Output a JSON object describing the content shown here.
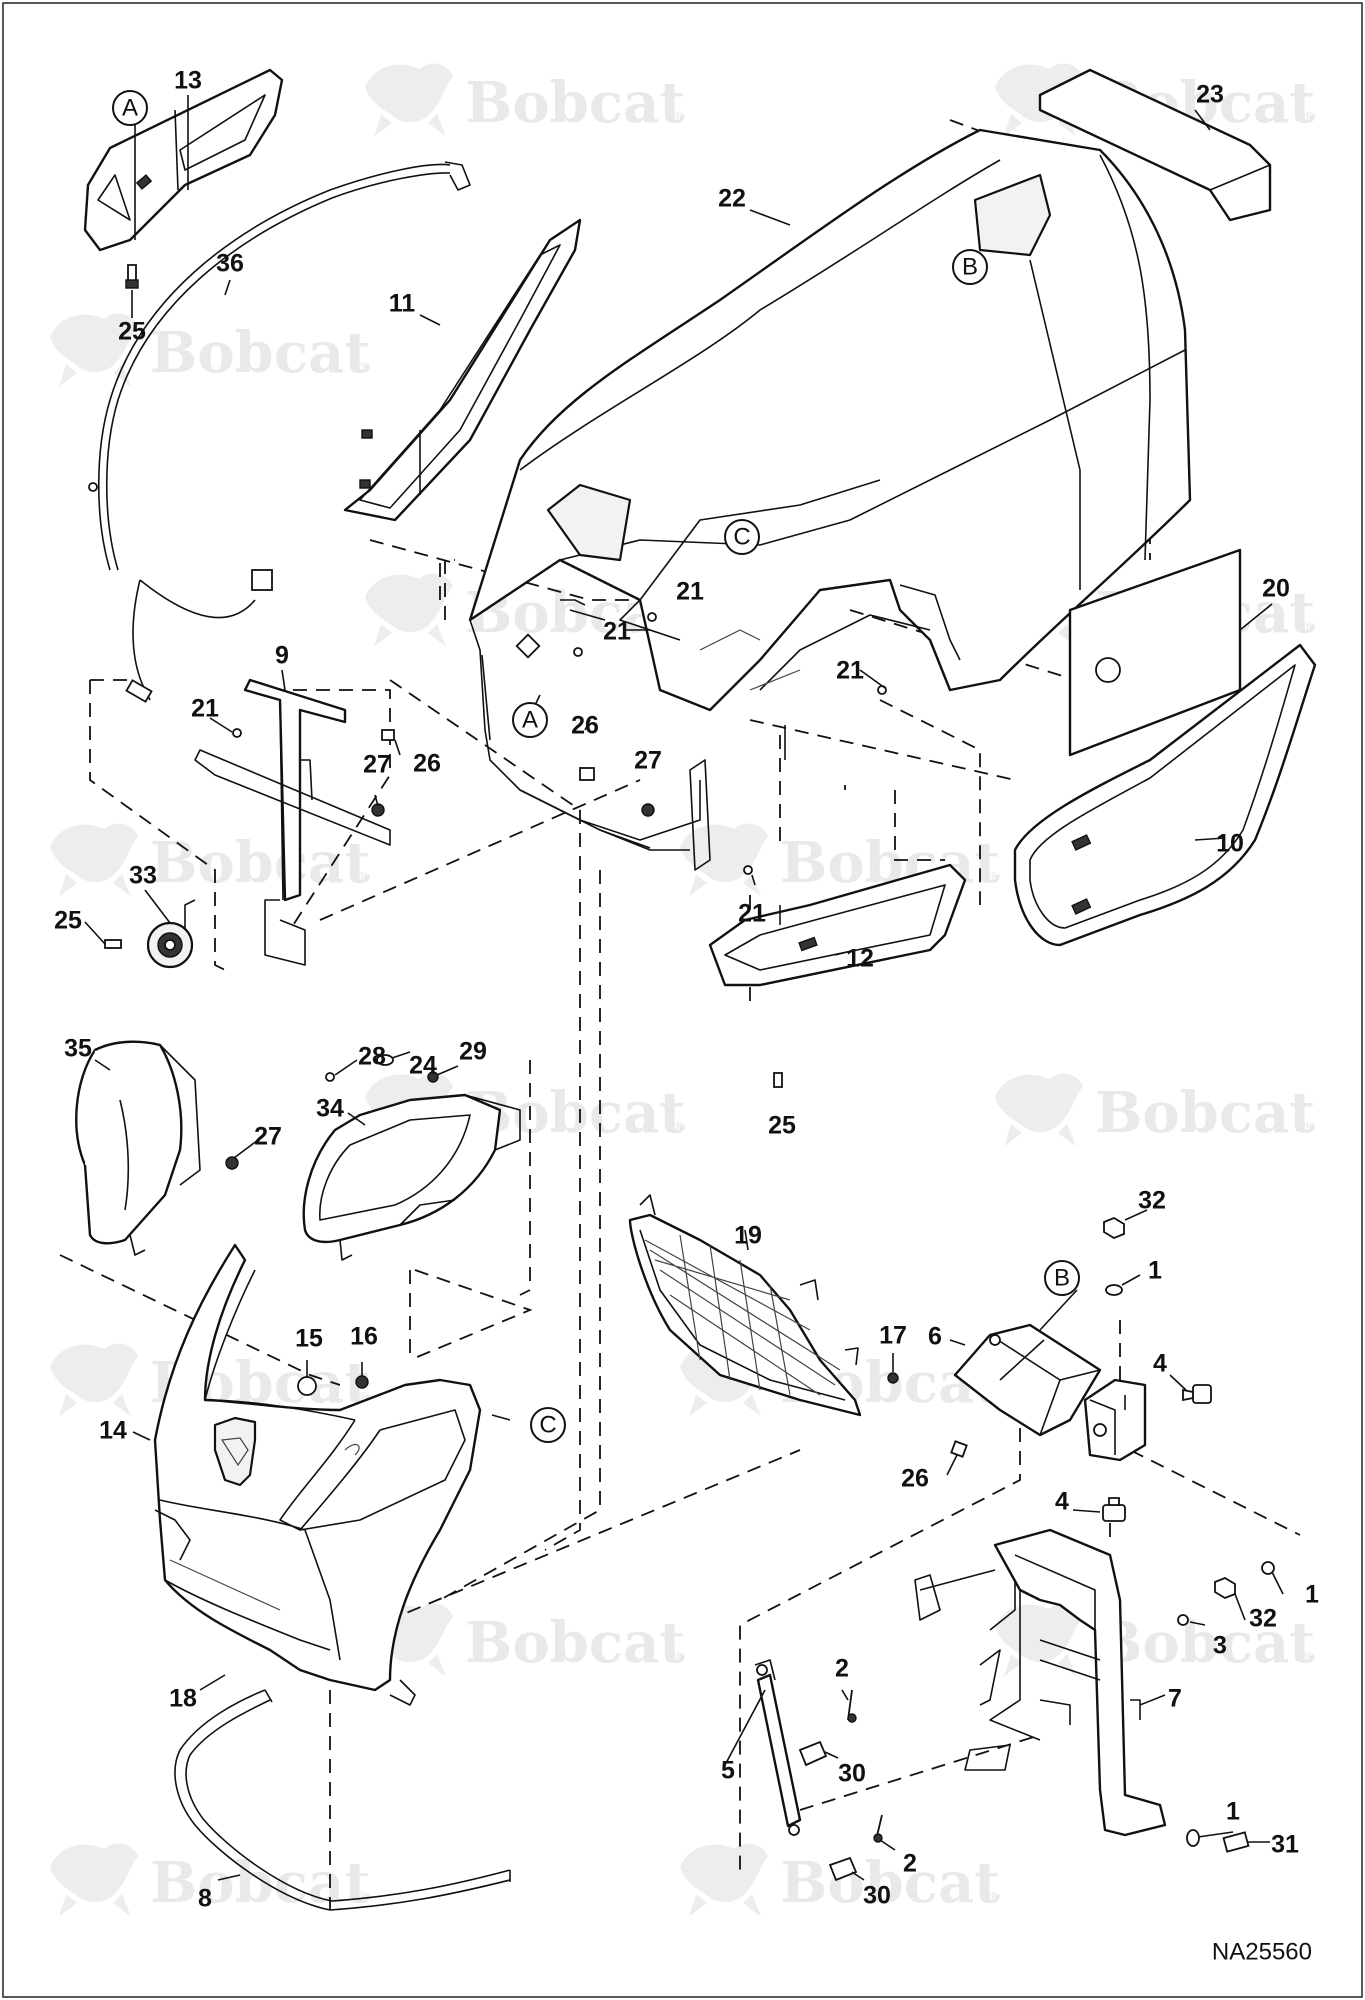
{
  "diagram": {
    "watermark_text": "Bobcat",
    "watermark_mark": "®",
    "drawing_number": "NA25560",
    "reference_labels": [
      "A",
      "B",
      "C"
    ],
    "callouts": [
      "1",
      "2",
      "3",
      "4",
      "5",
      "6",
      "7",
      "8",
      "9",
      "10",
      "11",
      "12",
      "13",
      "14",
      "15",
      "16",
      "17",
      "18",
      "19",
      "20",
      "21",
      "22",
      "23",
      "24",
      "25",
      "26",
      "27",
      "28",
      "29",
      "30",
      "31",
      "32",
      "33",
      "34",
      "35",
      "36"
    ]
  }
}
